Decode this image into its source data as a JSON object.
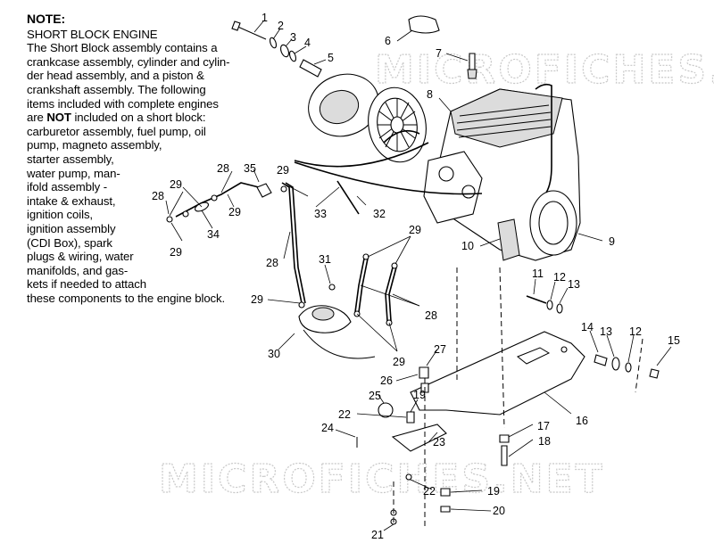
{
  "note": {
    "title": "NOTE:",
    "lines": [
      "SHORT BLOCK ENGINE",
      "The Short Block assembly contains a",
      "crankcase assembly, cylinder and cylin-",
      "der head assembly, and a piston &",
      "crankshaft assembly.  The following",
      "items included with complete engines",
      "are NOT included on a short block:",
      "carburetor assembly, fuel pump, oil",
      "pump, magneto assembly,",
      "starter assembly,",
      "water pump, man-",
      "ifold assembly -",
      "intake & exhaust,",
      "ignition coils,",
      "ignition assembly",
      "(CDI Box), spark",
      "plugs & wiring, water",
      "manifolds, and gas-",
      "kets if needed to attach",
      "these components to the engine block."
    ]
  },
  "watermarks": [
    "MICROFICHES.NET",
    "MICROFICHES.NET"
  ],
  "part_labels": [
    "1",
    "2",
    "3",
    "4",
    "5",
    "6",
    "7",
    "8",
    "9",
    "10",
    "11",
    "12",
    "13",
    "14",
    "13",
    "12",
    "15",
    "16",
    "17",
    "18",
    "19",
    "20",
    "21",
    "22",
    "19",
    "22",
    "23",
    "24",
    "25",
    "26",
    "27",
    "28",
    "28",
    "28",
    "28",
    "29",
    "29",
    "29",
    "29",
    "29",
    "29",
    "30",
    "31",
    "32",
    "33",
    "34",
    "35"
  ]
}
